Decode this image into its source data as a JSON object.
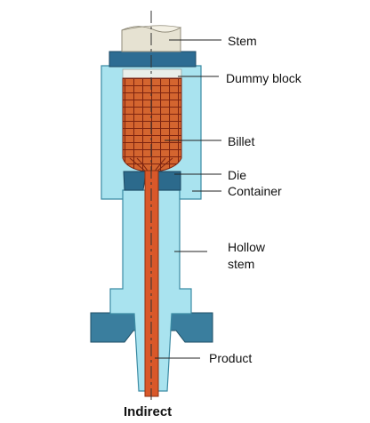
{
  "diagram": {
    "labels": {
      "stem": "Stem",
      "dummy_block": "Dummy block",
      "billet": "Billet",
      "die": "Die",
      "container": "Container",
      "hollow_stem_line1": "Hollow",
      "hollow_stem_line2": "stem",
      "product": "Product"
    },
    "caption": "Indirect",
    "colors": {
      "container": "#a9e3ef",
      "stem": "#e6e2d2",
      "dark_plate": "#2d6c93",
      "die": "#2c6a8c",
      "billet": "#d4652f",
      "billet_grid": "#7d2410",
      "product": "#d9582a",
      "base": "#3a7e9e"
    }
  }
}
